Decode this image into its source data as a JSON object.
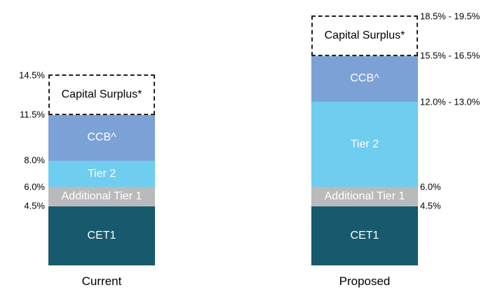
{
  "chart_data": {
    "type": "bar",
    "subtype": "stacked_column_comparison",
    "title": "",
    "legend": "none",
    "grid": false,
    "value_unit": "%",
    "ylim": [
      0,
      19.5
    ],
    "categories": [
      "Current",
      "Proposed"
    ],
    "bars": [
      {
        "category": "Current",
        "label_side": "left",
        "segments": [
          {
            "name": "CET1",
            "from": 0.0,
            "to": 4.5,
            "value": 4.5,
            "color": "#175A6E",
            "text_color": "#FFFFFF",
            "style": "solid"
          },
          {
            "name": "Additional Tier 1",
            "from": 4.5,
            "to": 6.0,
            "value": 1.5,
            "color": "#B9BABB",
            "text_color": "#FFFFFF",
            "style": "solid"
          },
          {
            "name": "Tier 2",
            "from": 6.0,
            "to": 8.0,
            "value": 2.0,
            "color": "#6FCDF0",
            "text_color": "#FFFFFF",
            "style": "solid"
          },
          {
            "name": "CCB^",
            "from": 8.0,
            "to": 11.5,
            "value": 3.5,
            "color": "#7CA1D6",
            "text_color": "#FFFFFF",
            "style": "solid"
          },
          {
            "name": "Capital Surplus*",
            "from": 11.5,
            "to": 14.5,
            "value": 3.0,
            "color": "#FFFFFF",
            "text_color": "#000000",
            "style": "dashed_outline"
          }
        ],
        "axis_labels": [
          {
            "text": "4.5%",
            "value": 4.5
          },
          {
            "text": "6.0%",
            "value": 6.0
          },
          {
            "text": "8.0%",
            "value": 8.0
          },
          {
            "text": "11.5%",
            "value": 11.5
          },
          {
            "text": "14.5%",
            "value": 14.5
          }
        ]
      },
      {
        "category": "Proposed",
        "label_side": "right",
        "segments": [
          {
            "name": "CET1",
            "from": 0.0,
            "to": 4.5,
            "value": 4.5,
            "color": "#175A6E",
            "text_color": "#FFFFFF",
            "style": "solid"
          },
          {
            "name": "Additional Tier 1",
            "from": 4.5,
            "to": 6.0,
            "value": 1.5,
            "color": "#B9BABB",
            "text_color": "#FFFFFF",
            "style": "solid"
          },
          {
            "name": "Tier 2",
            "from": 6.0,
            "to": 12.5,
            "value": 6.5,
            "range": "12.0% - 13.0%",
            "color": "#6FCDF0",
            "text_color": "#FFFFFF",
            "style": "solid"
          },
          {
            "name": "CCB^",
            "from": 12.5,
            "to": 16.0,
            "value": 3.5,
            "range": "15.5% - 16.5%",
            "color": "#7CA1D6",
            "text_color": "#FFFFFF",
            "style": "solid"
          },
          {
            "name": "Capital Surplus*",
            "from": 16.0,
            "to": 19.0,
            "value": 3.0,
            "range": "18.5% - 19.5%",
            "color": "#FFFFFF",
            "text_color": "#000000",
            "style": "dashed_outline"
          }
        ],
        "axis_labels": [
          {
            "text": "4.5%",
            "value": 4.5
          },
          {
            "text": "6.0%",
            "value": 6.0
          },
          {
            "text": "12.0% - 13.0%",
            "value": 12.5
          },
          {
            "text": "15.5% - 16.5%",
            "value": 16.0
          },
          {
            "text": "18.5% - 19.5%",
            "value": 19.0
          }
        ]
      }
    ],
    "colors": {
      "cet1": "#175A6E",
      "additional_tier_1": "#B9BABB",
      "tier_2": "#6FCDF0",
      "ccb": "#7CA1D6",
      "capital_surplus_outline": "#212121",
      "background": "#FFFFFF"
    }
  }
}
